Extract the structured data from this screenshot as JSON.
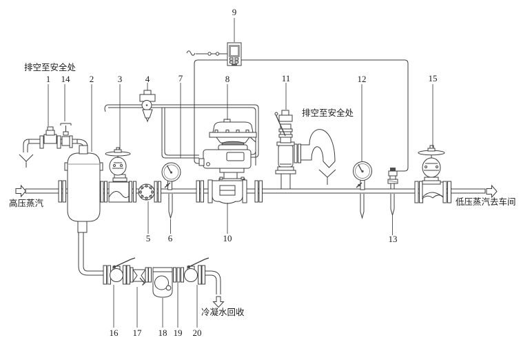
{
  "figure": {
    "background": "#ffffff",
    "line_color": "#3c3c3c",
    "text_color": "#1a1a1a"
  },
  "annotations": {
    "vent_left": "排空至安全处",
    "vent_right": "排空至安全处",
    "inlet": "高压蒸汽",
    "outlet": "低压蒸汽去车间",
    "condensate": "冷凝水回收"
  },
  "callouts": {
    "n1": "1",
    "n2": "2",
    "n3": "3",
    "n4": "4",
    "n5": "5",
    "n6": "6",
    "n7": "7",
    "n8": "8",
    "n9": "9",
    "n10": "10",
    "n11": "11",
    "n12": "12",
    "n13": "13",
    "n14": "14",
    "n15": "15",
    "n16": "16",
    "n17": "17",
    "n18": "18",
    "n19": "19",
    "n20": "20"
  }
}
